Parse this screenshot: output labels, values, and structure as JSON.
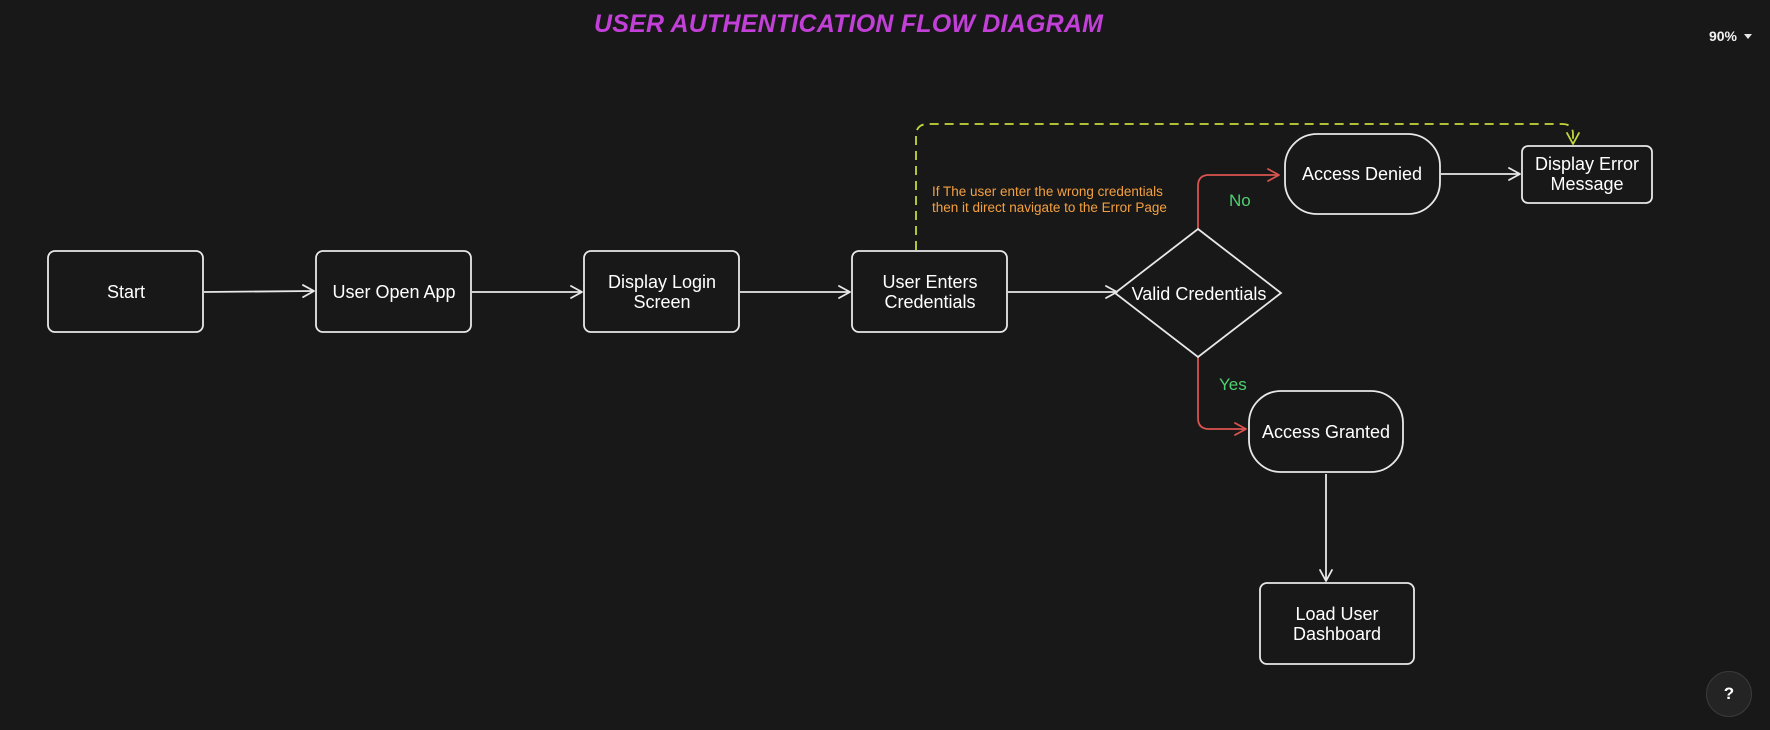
{
  "title": "USER AUTHENTICATION FLOW DIAGRAM",
  "zoom": {
    "label": "90%"
  },
  "help": {
    "label": "?"
  },
  "colors": {
    "background": "#181818",
    "title": "#c23fd8",
    "node_stroke": "#e8e8e8",
    "edge": "#e8e8e8",
    "branch_edge": "#d9534f",
    "error_path": "#c5d83a",
    "branch_label": "#4fd070",
    "note": "#f4a040"
  },
  "nodes": {
    "start": {
      "lines": [
        "Start"
      ],
      "shape": "rectangle"
    },
    "open_app": {
      "lines": [
        "User Open App"
      ],
      "shape": "rectangle"
    },
    "login_screen": {
      "lines": [
        "Display Login",
        "Screen"
      ],
      "shape": "rectangle"
    },
    "enter_credentials": {
      "lines": [
        "User Enters",
        "Credentials"
      ],
      "shape": "rectangle"
    },
    "valid_credentials": {
      "lines": [
        "Valid Credentials"
      ],
      "shape": "diamond"
    },
    "access_denied": {
      "lines": [
        "Access Denied"
      ],
      "shape": "rounded"
    },
    "error_message": {
      "lines": [
        "Display Error",
        "Message"
      ],
      "shape": "rectangle"
    },
    "access_granted": {
      "lines": [
        "Access Granted"
      ],
      "shape": "rounded"
    },
    "dashboard": {
      "lines": [
        "Load User",
        "Dashboard"
      ],
      "shape": "rectangle"
    }
  },
  "edges": [
    {
      "from": "start",
      "to": "open_app"
    },
    {
      "from": "open_app",
      "to": "login_screen"
    },
    {
      "from": "login_screen",
      "to": "enter_credentials"
    },
    {
      "from": "enter_credentials",
      "to": "valid_credentials"
    },
    {
      "from": "valid_credentials",
      "to": "access_denied",
      "label": "No"
    },
    {
      "from": "valid_credentials",
      "to": "access_granted",
      "label": "Yes"
    },
    {
      "from": "access_denied",
      "to": "error_message"
    },
    {
      "from": "access_granted",
      "to": "dashboard"
    },
    {
      "from": "enter_credentials",
      "to": "error_message",
      "style": "dashed"
    }
  ],
  "labels": {
    "no": "No",
    "yes": "Yes"
  },
  "note": {
    "lines": [
      "If The user enter the wrong credentials",
      "then it direct navigate to the Error Page"
    ]
  }
}
